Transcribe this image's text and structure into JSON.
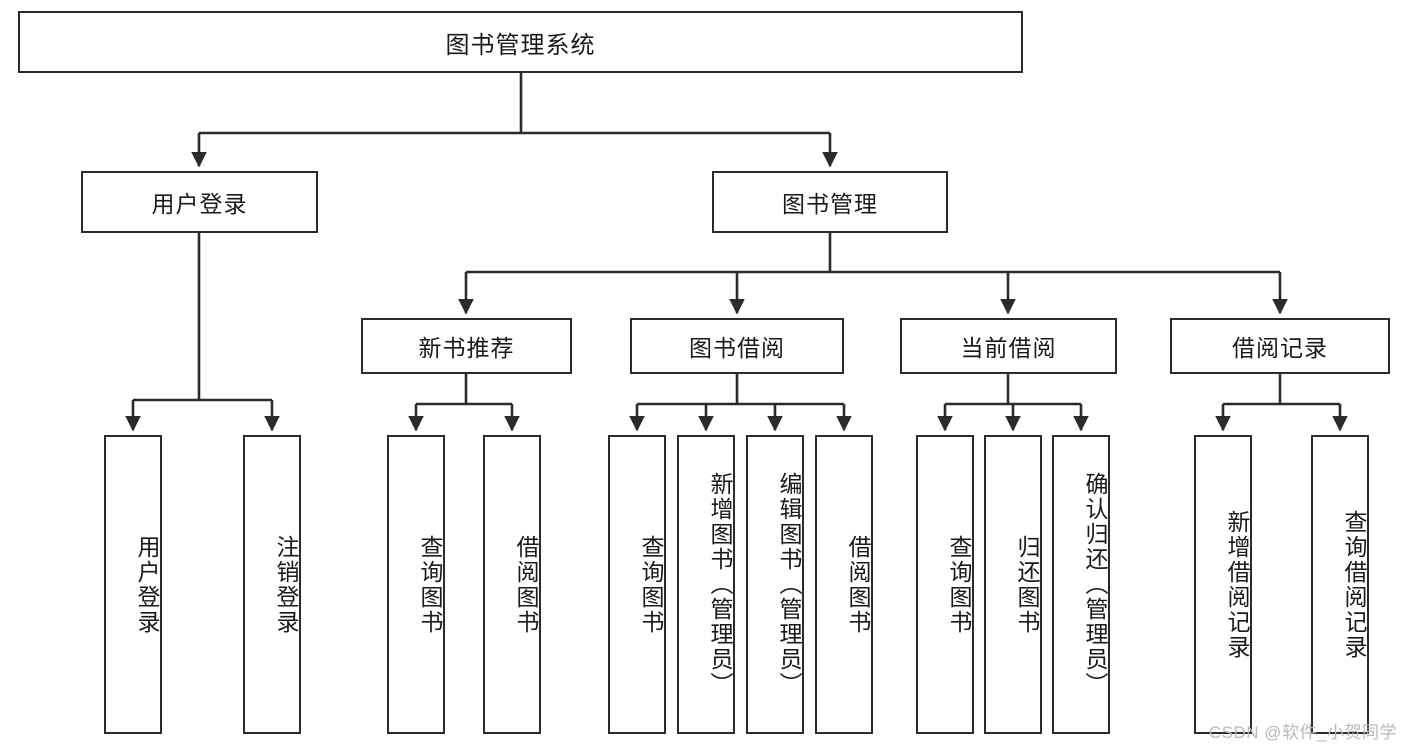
{
  "diagram": {
    "title": "图书管理系统",
    "type": "tree-hierarchy-diagram",
    "colors": {
      "box_border": "#2b2b2b",
      "box_fill": "#ffffff",
      "connector": "#2b2b2b",
      "background": "#ffffff",
      "watermark": "#b9b9b9"
    },
    "watermark": "CSDN @软件_小贺同学",
    "levels": {
      "root": {
        "label": "图书管理系统"
      },
      "level2": [
        {
          "id": "user-login",
          "label": "用户登录"
        },
        {
          "id": "book-manage",
          "label": "图书管理"
        }
      ],
      "level3": [
        {
          "id": "new-book-recommend",
          "label": "新书推荐"
        },
        {
          "id": "book-borrow",
          "label": "图书借阅"
        },
        {
          "id": "current-borrow",
          "label": "当前借阅"
        },
        {
          "id": "borrow-record",
          "label": "借阅记录"
        }
      ],
      "leaves": [
        {
          "id": "leaf-user-login",
          "label": "用户登录",
          "parent": "user-login"
        },
        {
          "id": "leaf-logout-login",
          "label": "注销登录",
          "parent": "user-login"
        },
        {
          "id": "leaf-query-book-1",
          "label": "查询图书",
          "parent": "new-book-recommend"
        },
        {
          "id": "leaf-borrow-book-1",
          "label": "借阅图书",
          "parent": "new-book-recommend"
        },
        {
          "id": "leaf-query-book-2",
          "label": "查询图书",
          "parent": "book-borrow"
        },
        {
          "id": "leaf-add-book",
          "label": "新增图书（管理员）",
          "parent": "book-borrow"
        },
        {
          "id": "leaf-edit-book",
          "label": "编辑图书（管理员）",
          "parent": "book-borrow"
        },
        {
          "id": "leaf-borrow-book-2",
          "label": "借阅图书",
          "parent": "book-borrow"
        },
        {
          "id": "leaf-query-book-3",
          "label": "查询图书",
          "parent": "current-borrow"
        },
        {
          "id": "leaf-return-book",
          "label": "归还图书",
          "parent": "current-borrow"
        },
        {
          "id": "leaf-confirm-return",
          "label": "确认归还（管理员）",
          "parent": "current-borrow"
        },
        {
          "id": "leaf-add-record",
          "label": "新增借阅记录",
          "parent": "borrow-record"
        },
        {
          "id": "leaf-query-record",
          "label": "查询借阅记录",
          "parent": "borrow-record"
        }
      ]
    }
  }
}
